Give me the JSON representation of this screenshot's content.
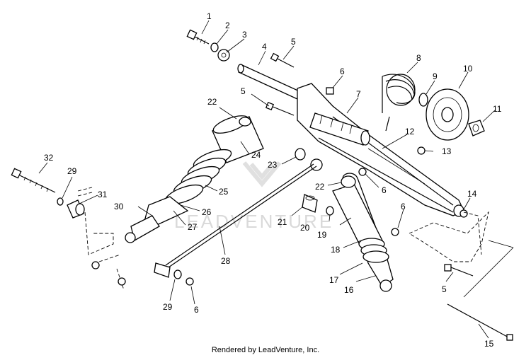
{
  "diagram": {
    "footer": "Rendered by LeadVenture, Inc.",
    "watermark": "LEADVENTURE",
    "callouts": [
      "1",
      "2",
      "3",
      "4",
      "5",
      "5",
      "5",
      "6",
      "6",
      "6",
      "6",
      "7",
      "8",
      "9",
      "10",
      "11",
      "12",
      "13",
      "14",
      "15",
      "16",
      "17",
      "18",
      "19",
      "20",
      "21",
      "22",
      "22",
      "23",
      "24",
      "25",
      "26",
      "27",
      "28",
      "29",
      "29",
      "30",
      "31",
      "32"
    ]
  }
}
